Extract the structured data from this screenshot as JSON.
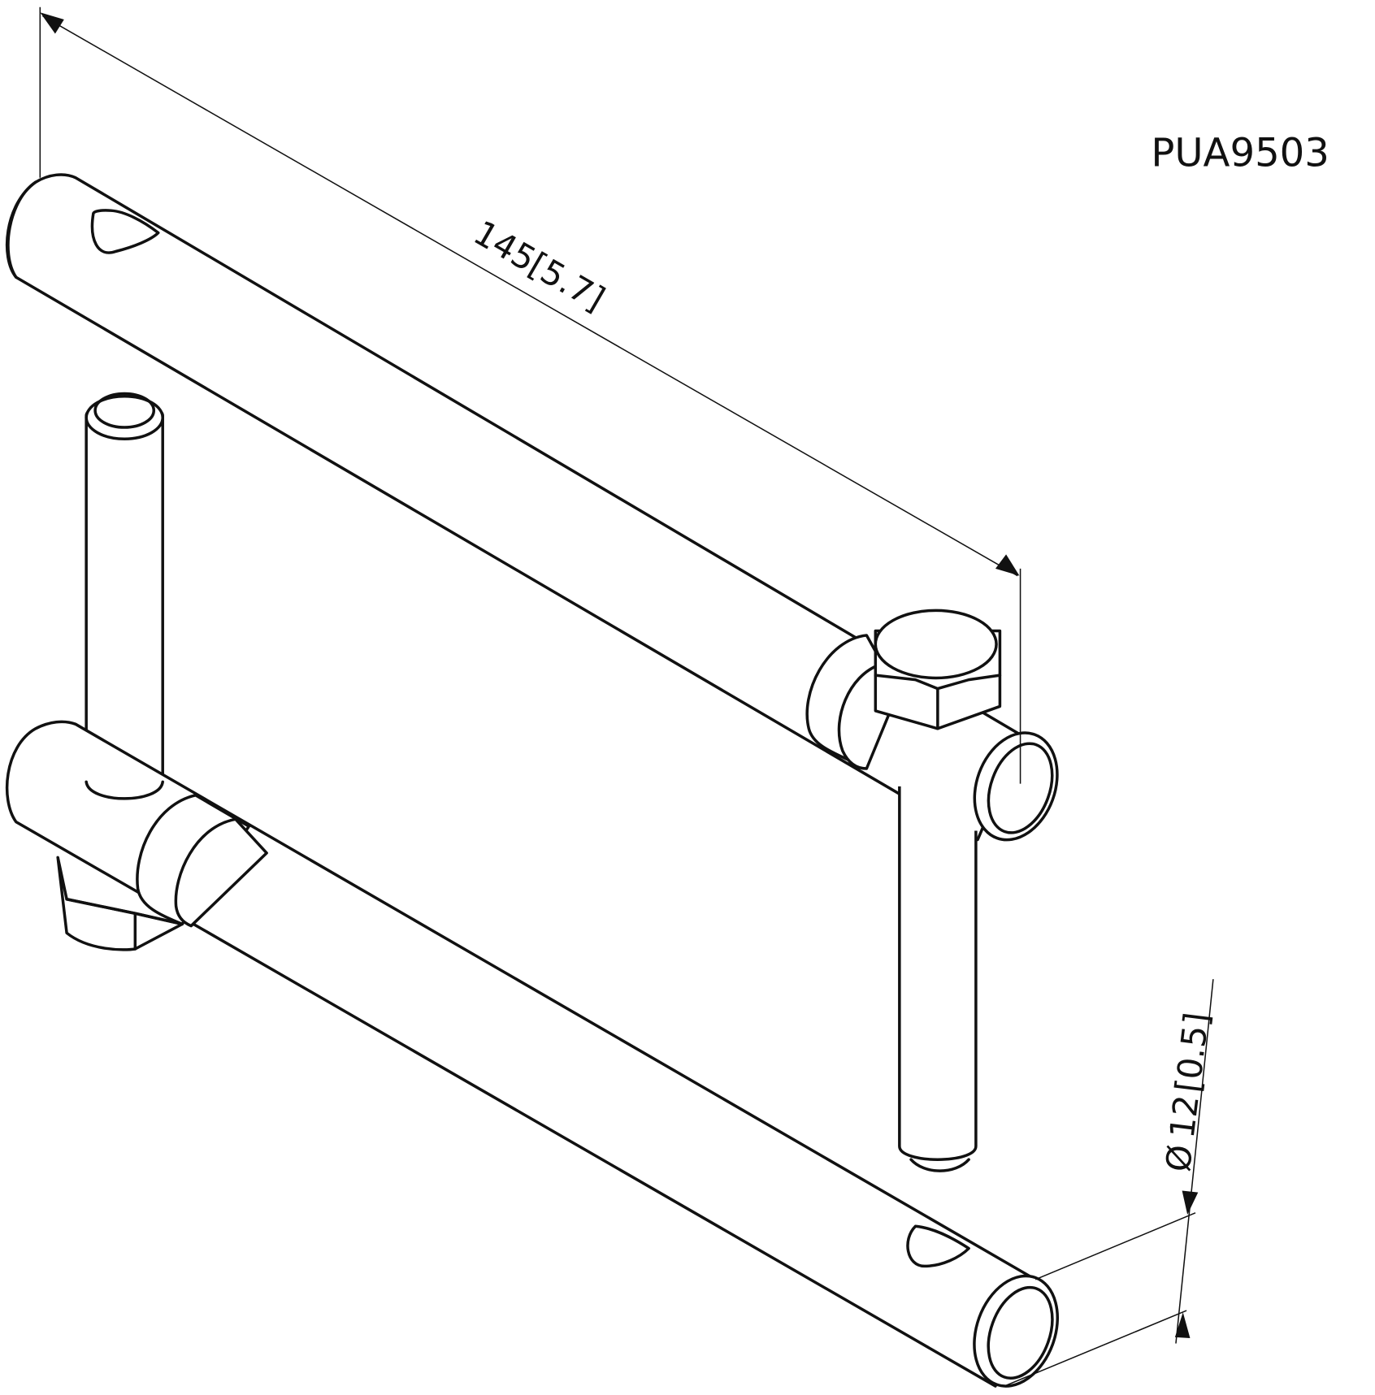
{
  "drawing": {
    "part_number": "PUA9503",
    "length_dimension": {
      "value": "145",
      "imperial": "[5.7]"
    },
    "diameter_dimension": {
      "symbol": "Ø",
      "value": "12",
      "imperial": "[0.5]"
    }
  }
}
